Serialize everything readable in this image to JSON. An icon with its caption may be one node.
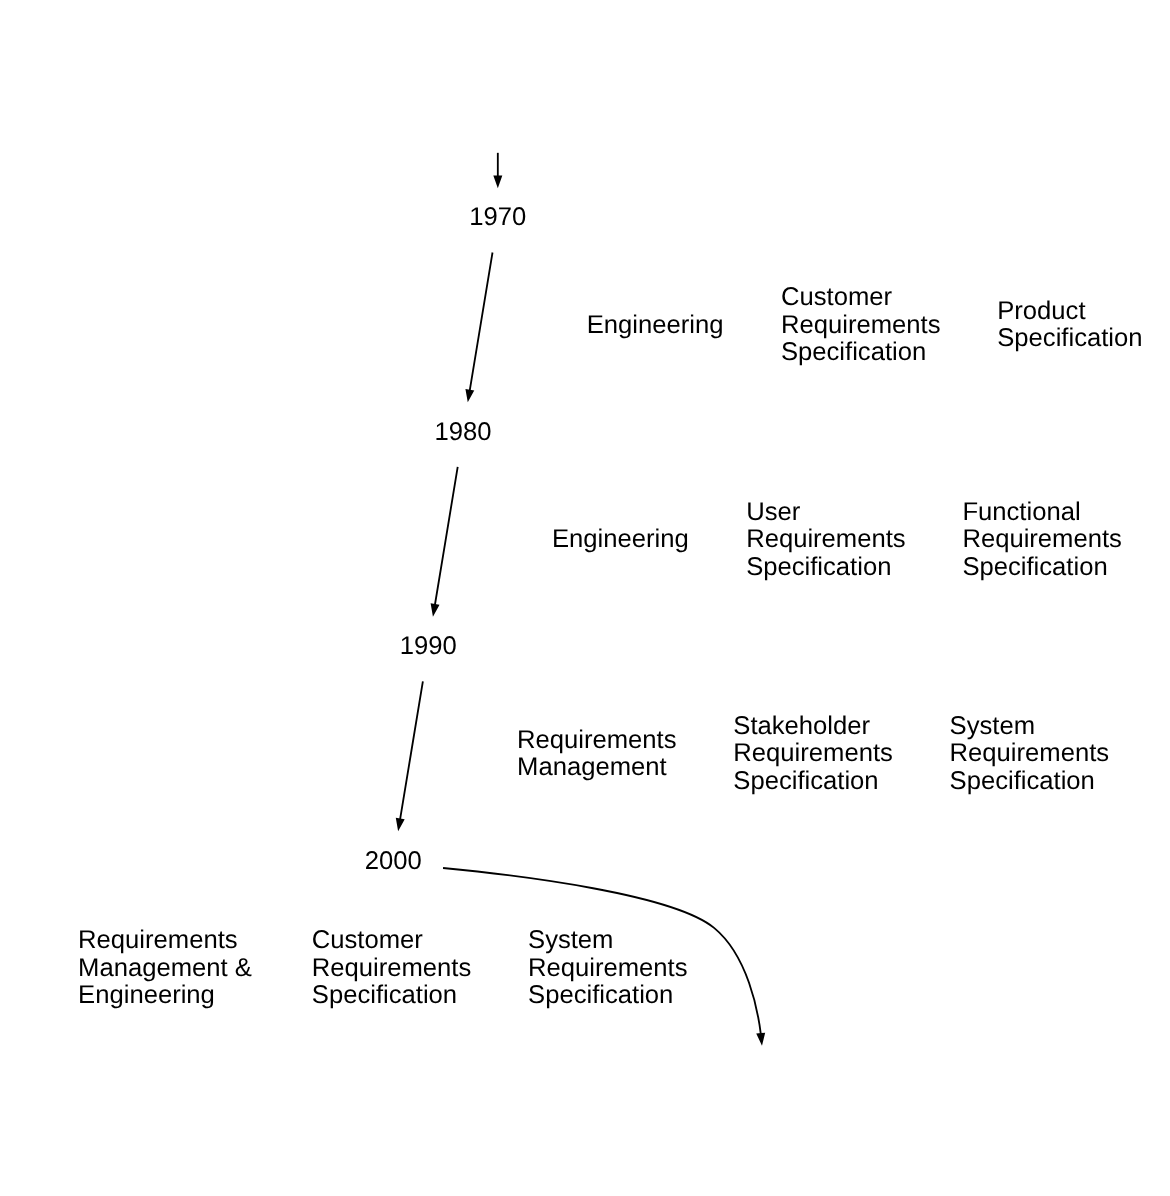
{
  "diagram": {
    "nodes": [
      {
        "text": [
          "1970"
        ]
      },
      {
        "text": [
          "1980"
        ]
      },
      {
        "text": [
          "1990"
        ]
      },
      {
        "text": [
          "2000"
        ]
      }
    ],
    "edges": [
      {
        "from": null,
        "to": 0,
        "arrow": "to"
      },
      {
        "from": 0,
        "to": 1,
        "arrow": "to"
      },
      {
        "from": 1,
        "to": 2,
        "arrow": "to"
      },
      {
        "from": 2,
        "to": 3,
        "arrow": "to"
      },
      {
        "from": 3,
        "to": null,
        "arrow": "to"
      }
    ],
    "labels": [
      "Engineering",
      "Customer Requirements Specification",
      "Product Specification",
      "Engineering",
      "User Requirements Specification",
      "Functional Requirements Specification",
      "Requirements Management",
      "Stakeholder Requirements Specification",
      "System Requirements Specification",
      "Requirements Management & Engineering",
      "Customer Requirements Specification",
      "System Requirements Specification"
    ]
  }
}
